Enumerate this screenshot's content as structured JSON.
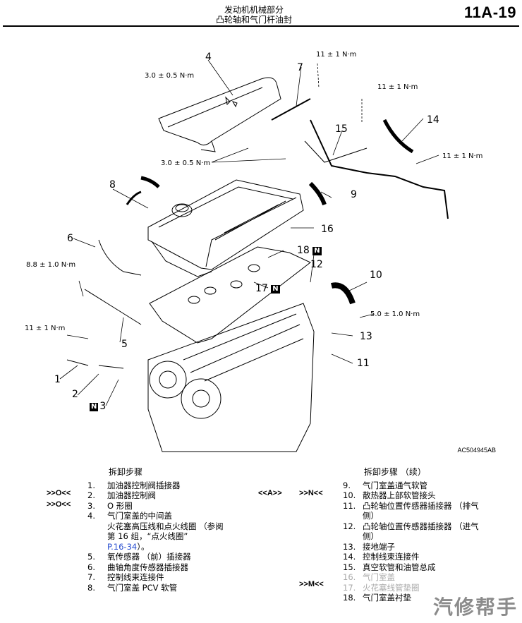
{
  "header": {
    "title_line1": "发动机机械部分",
    "title_line2": "凸轮轴和气门杆油封",
    "page": "11A-19"
  },
  "diagram": {
    "torque_a": "3.0 ± 0.5 N·m",
    "torque_b": "11 ± 1 N·m",
    "torque_c": "11 ± 1 N·m",
    "torque_d": "11 ± 1 N·m",
    "torque_e": "3.0 ± 0.5 N·m",
    "torque_f": "8.8 ± 1.0 N·m",
    "torque_g": "11 ± 1 N·m",
    "torque_h": "5.0 ± 1.0 N·m",
    "callouts": [
      "1",
      "2",
      "3",
      "4",
      "5",
      "6",
      "7",
      "8",
      "9",
      "10",
      "11",
      "12",
      "13",
      "14",
      "15",
      "16",
      "17",
      "18"
    ],
    "new_mark": "N",
    "ref_code": "AC504945AB"
  },
  "left_list": {
    "heading": "拆卸步骤",
    "tag_o1": ">>O<<",
    "tag_o2": ">>O<<",
    "items": [
      {
        "n": "1.",
        "t": "加油器控制阀插接器"
      },
      {
        "n": "2.",
        "t": "加油器控制阀"
      },
      {
        "n": "3.",
        "t": "O 形圈"
      },
      {
        "n": "4.",
        "t": "气门室盖的中间盖"
      },
      {
        "n": "",
        "t": "火花塞高压线和点火线圈 （参阅"
      },
      {
        "n": "",
        "t": "第 16 组，“点火线圈”"
      },
      {
        "n": "",
        "t": "P.16-34",
        "link": true
      },
      {
        "n": "5.",
        "t": "氧传感器 （前）插接器"
      },
      {
        "n": "6.",
        "t": "曲轴角度传感器插接器"
      },
      {
        "n": "7.",
        "t": "控制线束连接件"
      },
      {
        "n": "8.",
        "t": "气门室盖 PCV 软管"
      }
    ],
    "link_suffix": "）。"
  },
  "right_list": {
    "heading": "拆卸步骤 （续）",
    "tag_a": "<<A>>",
    "tag_n": ">>N<<",
    "tag_m": ">>M<<",
    "items": [
      {
        "n": "9.",
        "t": "气门室盖通气软管"
      },
      {
        "n": "10.",
        "t": "散热器上部软管接头"
      },
      {
        "n": "11.",
        "t": "凸轮轴位置传感器插接器 （排气"
      },
      {
        "n": "",
        "t": "侧）"
      },
      {
        "n": "12.",
        "t": "凸轮轴位置传感器插接器 （进气"
      },
      {
        "n": "",
        "t": "侧）"
      },
      {
        "n": "13.",
        "t": "接地端子"
      },
      {
        "n": "14.",
        "t": "控制线束连接件"
      },
      {
        "n": "15.",
        "t": "真空软管和油管总成"
      },
      {
        "n": "16.",
        "t": "气门室盖"
      },
      {
        "n": "17.",
        "t": "火花塞线管垫圈"
      },
      {
        "n": "18.",
        "t": "气门室盖衬垫"
      }
    ]
  },
  "watermark": "汽修帮手"
}
